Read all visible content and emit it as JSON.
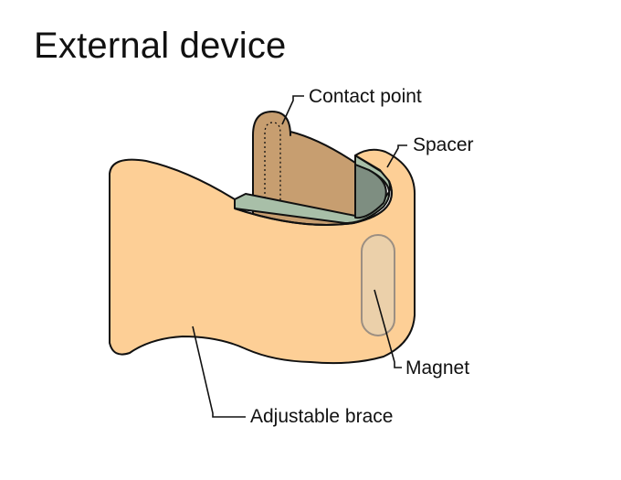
{
  "title": "External device",
  "labels": {
    "contact_point": "Contact point",
    "spacer": "Spacer",
    "magnet": "Magnet",
    "adjustable_brace": "Adjustable brace"
  },
  "colors": {
    "brace": "#FDCF96",
    "contact_point": "#C79E70",
    "spacer_outer": "#A8BFA8",
    "spacer_inner": "#7E8E81",
    "magnet": "#EBD0AA",
    "stroke": "#111111"
  }
}
